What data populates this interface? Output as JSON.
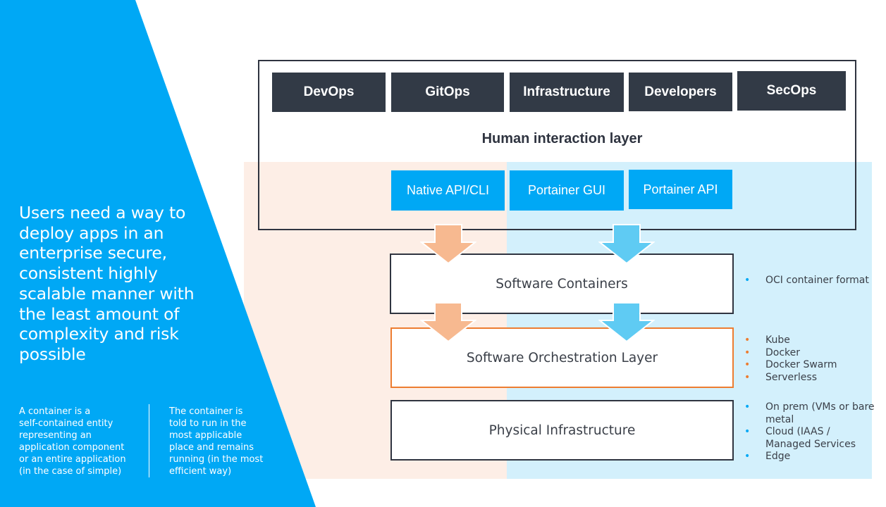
{
  "colors": {
    "accent_blue": "#00a8f5",
    "dark_tile": "#323a46",
    "orange": "#ed7d31",
    "peach_bg": "#fdeee6",
    "light_blue_bg": "#d3f0fc",
    "peach_arrow": "#f7b990",
    "blue_arrow": "#5fcbf3"
  },
  "left": {
    "headline": "Users need a way to deploy apps in an enterprise secure, consistent highly scalable manner with the least amount of complexity and risk possible",
    "note_left": "A container is a\nself-contained entity\nrepresenting an\napplication component\nor an entire application\n(in the case of simple)",
    "note_right": "The container is\ntold to run in the\n most applicable\nplace and remains\nrunning (in the most\nefficient way)"
  },
  "diagram": {
    "roles": [
      "DevOps",
      "GitOps",
      "Infrastructure",
      "Developers",
      "SecOps"
    ],
    "human_layer_title": "Human interaction layer",
    "interfaces": [
      "Native API/CLI",
      "Portainer GUI",
      "Portainer API"
    ],
    "layers": {
      "containers": "Software Containers",
      "orchestration": "Software Orchestration Layer",
      "physical": "Physical Infrastructure"
    },
    "containers_bullets": [
      "OCI container format"
    ],
    "orchestration_bullets": [
      "Kube",
      "Docker",
      "Docker Swarm",
      "Serverless"
    ],
    "physical_bullets": [
      "On prem (VMs or bare metal",
      "Cloud (IAAS / Managed Services",
      "Edge"
    ]
  }
}
